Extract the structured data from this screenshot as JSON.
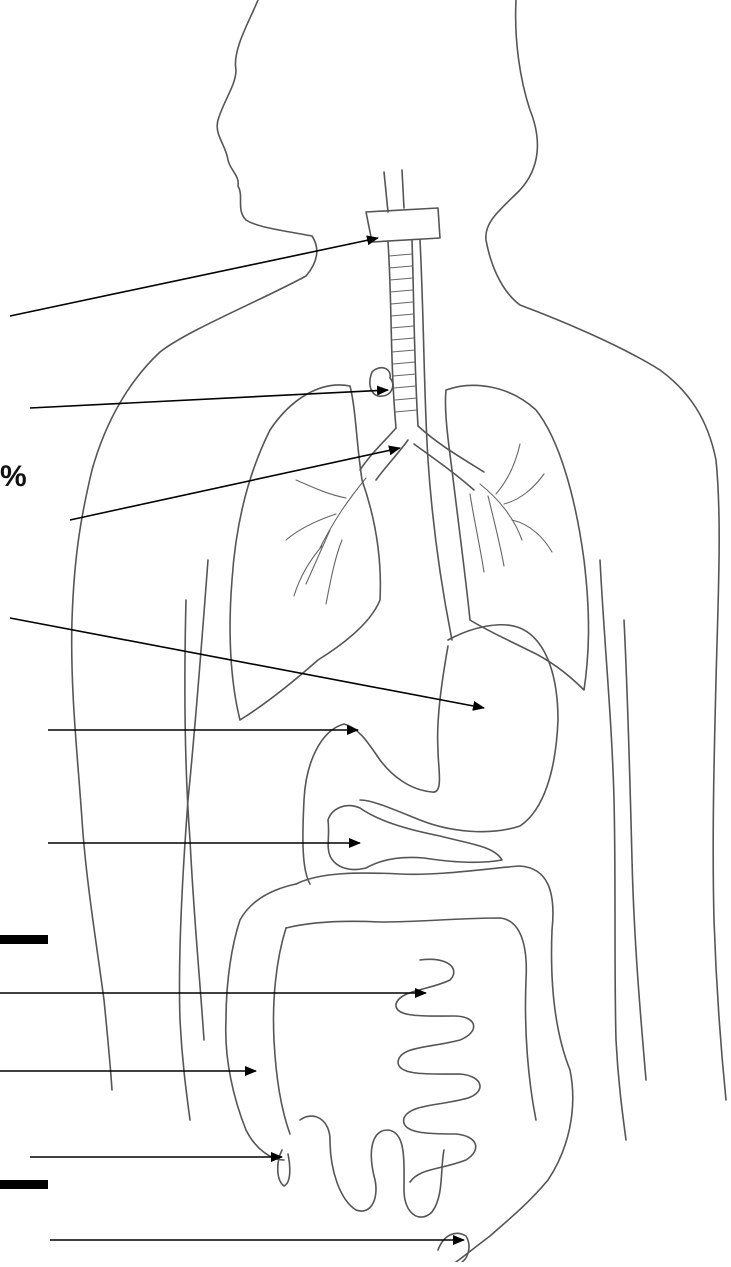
{
  "diagram": {
    "subject": "human torso",
    "stroke_color": "#555555",
    "pointer_color": "#000000"
  },
  "labels": {
    "partial_glyph": "%"
  },
  "pointers": [
    {
      "name": "larynx-pointer"
    },
    {
      "name": "thymus-pointer"
    },
    {
      "name": "bronchi-pointer"
    },
    {
      "name": "stomach-pointer"
    },
    {
      "name": "liver-pointer"
    },
    {
      "name": "pancreas-pointer"
    },
    {
      "name": "small-intestine-pointer"
    },
    {
      "name": "large-intestine-pointer"
    },
    {
      "name": "appendix-pointer"
    },
    {
      "name": "rectum-pointer"
    }
  ]
}
